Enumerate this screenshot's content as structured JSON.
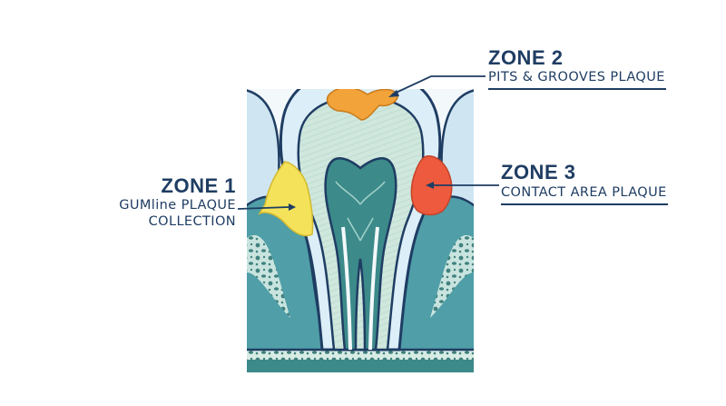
{
  "zones": [
    {
      "title": "ZONE 1",
      "subtitle": "GUMline PLAQUE COLLECTION"
    },
    {
      "title": "ZONE 2",
      "subtitle": "PITS & GROOVES PLAQUE"
    },
    {
      "title": "ZONE 3",
      "subtitle": "CONTACT AREA PLAQUE"
    }
  ],
  "colors": {
    "label_text": "#1f3d63",
    "zone1_plaque": "#f3e25a",
    "zone2_plaque": "#f2a43a",
    "zone3_plaque": "#ee5a3d",
    "enamel": "#dceef7",
    "dentin": "#cfe6df",
    "pulp": "#3c8a8a",
    "gum": "#4f9ea8",
    "bone": "#d9ede6"
  }
}
